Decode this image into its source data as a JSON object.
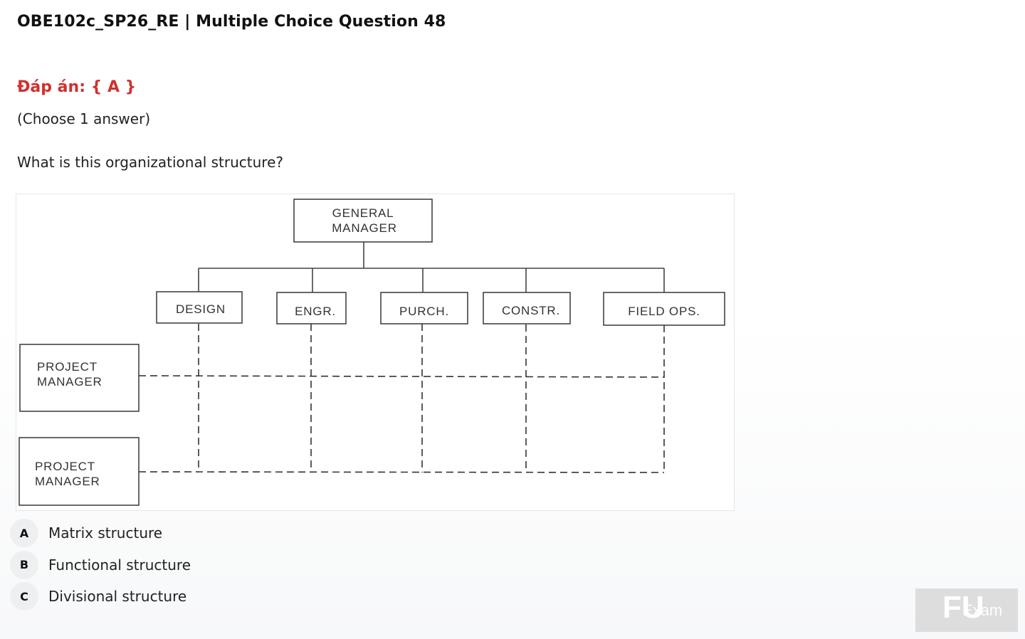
{
  "header": {
    "title": "OBE102c_SP26_RE | Multiple Choice Question 48"
  },
  "answer": {
    "label": "Đáp án: { A }"
  },
  "instruction": "(Choose 1 answer)",
  "question": "What is this organizational structure?",
  "diagram": {
    "general_manager": [
      "GENERAL",
      "MANAGER"
    ],
    "departments": [
      "DESIGN",
      "ENGR.",
      "PURCH.",
      "CONSTR.",
      "FIELD OPS."
    ],
    "project_managers": [
      [
        "PROJECT",
        "MANAGER"
      ],
      [
        "PROJECT",
        "MANAGER"
      ]
    ]
  },
  "options": [
    {
      "letter": "A",
      "text": "Matrix structure"
    },
    {
      "letter": "B",
      "text": "Functional structure"
    },
    {
      "letter": "C",
      "text": "Divisional structure"
    }
  ],
  "watermark": {
    "logo_text": "FU",
    "brand_text": "Exam"
  },
  "colors": {
    "answer": "#d0312d",
    "option_badge": "#eeeff0"
  }
}
